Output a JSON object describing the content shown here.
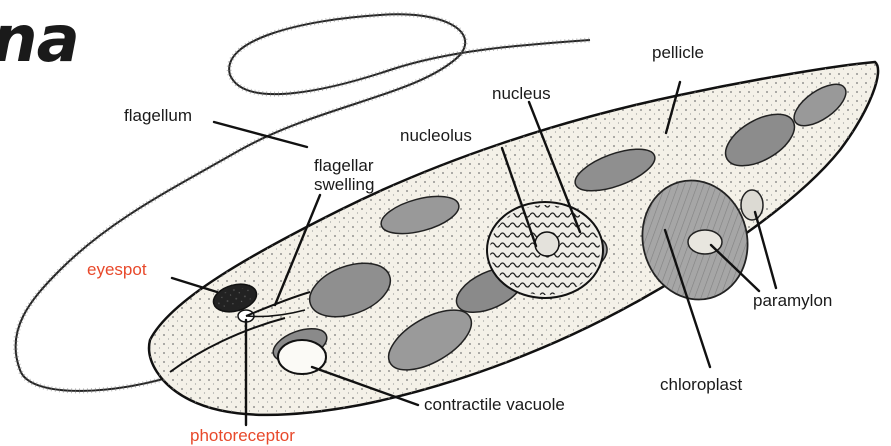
{
  "title_fragment": "na",
  "labels": {
    "flagellum": "flagellum",
    "flagellar_swelling_1": "flagellar",
    "flagellar_swelling_2": "swelling",
    "nucleolus": "nucleolus",
    "nucleus": "nucleus",
    "pellicle": "pellicle",
    "eyespot": "eyespot",
    "paramylon": "paramylon",
    "chloroplast": "chloroplast",
    "contractile_vacuole": "contractile vacuole",
    "photoreceptor": "photoreceptor"
  },
  "colors": {
    "label_text": "#1a1a1a",
    "highlight_label": "#e8492b",
    "line": "#111111",
    "cell_fill": "#f4f1e8",
    "chloroplast_fill": "#8f8f8f",
    "eyespot_fill": "#222222"
  }
}
